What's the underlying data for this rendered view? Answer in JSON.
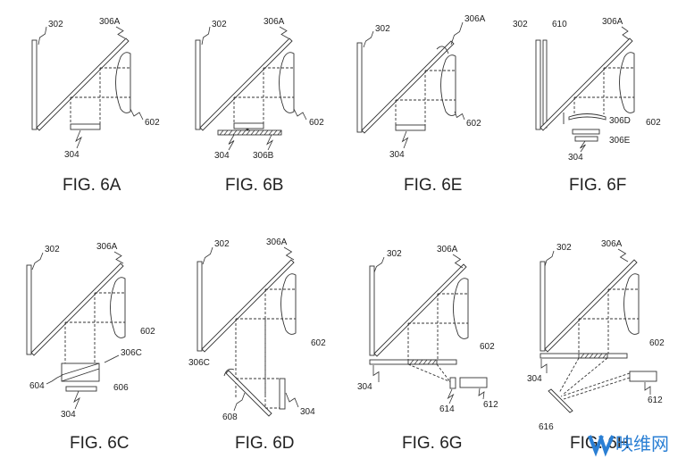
{
  "figures": [
    {
      "id": "6A",
      "caption": "FIG. 6A",
      "labels": {
        "display": "302",
        "mirror": "306A",
        "lens": "602",
        "panel": "304"
      }
    },
    {
      "id": "6B",
      "caption": "FIG. 6B",
      "labels": {
        "display": "302",
        "mirror": "306A",
        "lens": "602",
        "panel": "304",
        "plate": "306B"
      }
    },
    {
      "id": "6E",
      "caption": "FIG. 6E",
      "labels": {
        "display": "302",
        "mirror": "306A",
        "lens": "602",
        "panel": "304"
      }
    },
    {
      "id": "6F",
      "caption": "FIG. 6F",
      "labels": {
        "display": "302",
        "layer": "610",
        "mirror": "306A",
        "lens": "602",
        "adjustable_lens": "306D",
        "element": "306E",
        "panel": "304"
      }
    },
    {
      "id": "6C",
      "caption": "FIG. 6C",
      "labels": {
        "display": "302",
        "mirror": "306A",
        "lens": "602",
        "prism": "306C",
        "prism_a": "604",
        "prism_b": "606",
        "panel": "304"
      }
    },
    {
      "id": "6D",
      "caption": "FIG. 6D",
      "labels": {
        "display": "302",
        "mirror": "306A",
        "lens": "602",
        "rotator": "306C",
        "fold_mirror": "608",
        "panel": "304"
      }
    },
    {
      "id": "6G",
      "caption": "FIG. 6G",
      "labels": {
        "display": "302",
        "mirror": "306A",
        "lens": "602",
        "panel": "304",
        "projector_lens": "614",
        "projector": "612"
      }
    },
    {
      "id": "6H",
      "caption": "FIG. 6H",
      "labels": {
        "display": "302",
        "mirror": "306A",
        "lens": "602",
        "panel": "304",
        "projector": "612",
        "scan_mirror": "616"
      }
    }
  ],
  "watermark": "映维网",
  "colors": {
    "ink": "#333333",
    "watermark": "#2a7fd4"
  }
}
